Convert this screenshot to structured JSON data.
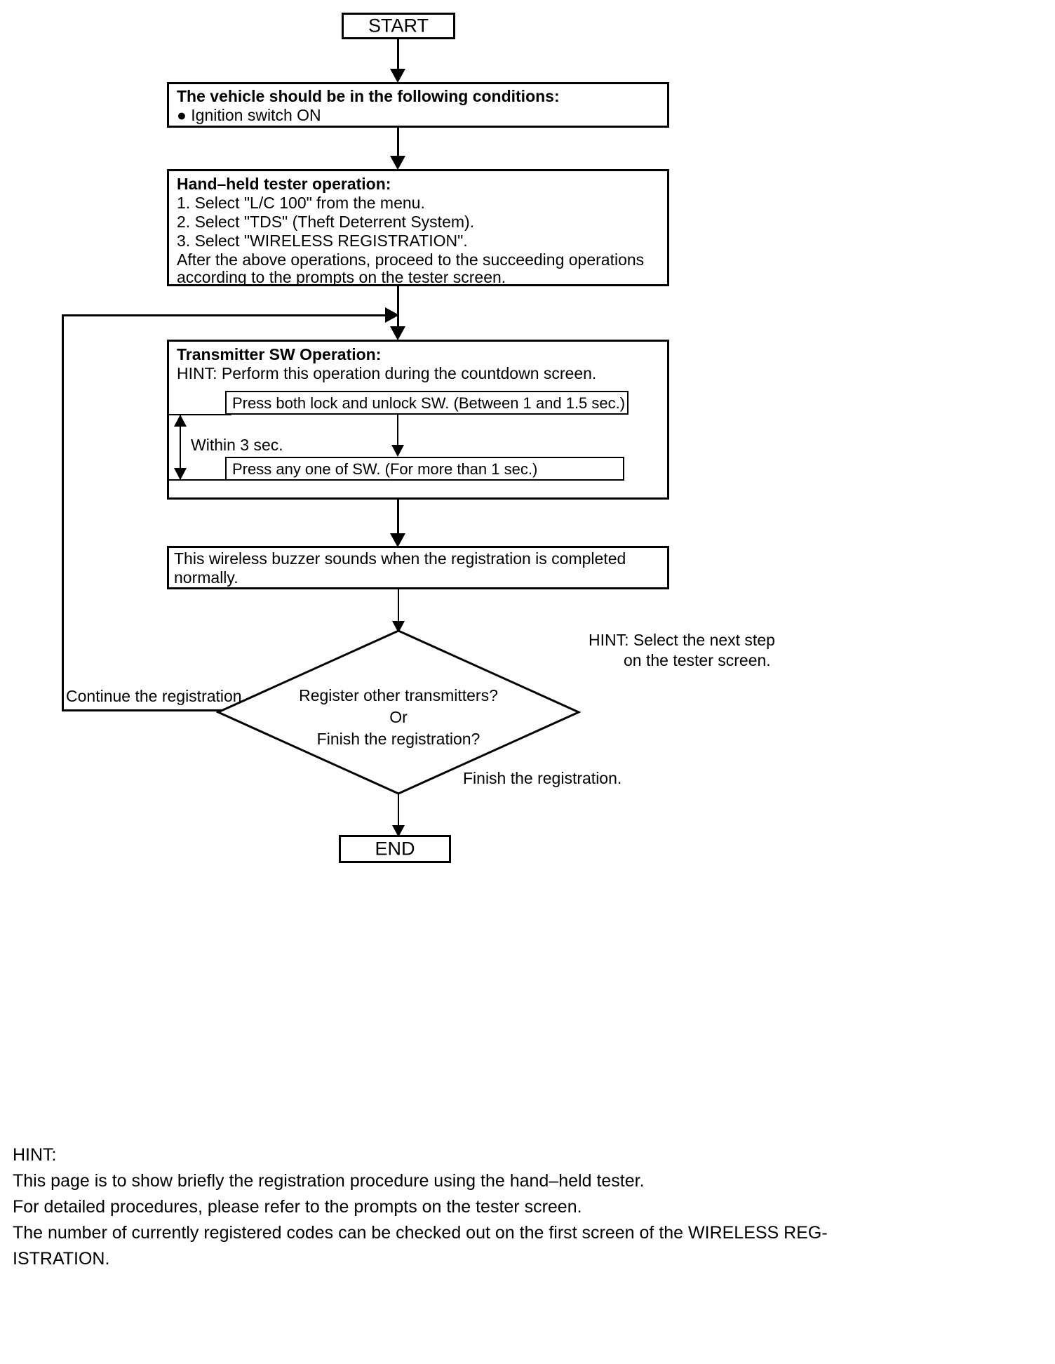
{
  "diagram": {
    "title": "Wireless Transmitter Registration Procedure Flowchart",
    "nodes": {
      "start": {
        "label": "START"
      },
      "conditions": {
        "heading": "The vehicle should be in the following conditions:",
        "bullet": "● Ignition switch ON"
      },
      "tester_operation": {
        "heading": "Hand–held tester operation:",
        "step1": "1. Select \"L/C 100\" from the menu.",
        "step2": "2. Select \"TDS\" (Theft Deterrent System).",
        "step3": "3. Select \"WIRELESS REGISTRATION\".",
        "note_line1": "After the above operations, proceed to the succeeding operations",
        "note_line2": "according to the prompts on the tester screen."
      },
      "transmitter_sw": {
        "heading": "Transmitter SW Operation:",
        "hint": "HINT: Perform this operation during the countdown screen.",
        "inner_box_1": "Press both lock and unlock SW. (Between 1 and 1.5 sec.)",
        "inner_box_2": "Press any one of SW. (For more than 1 sec.)",
        "timing_label": "Within 3 sec."
      },
      "buzzer": {
        "line1": "This wireless buzzer sounds when the registration is completed",
        "line2": "normally."
      },
      "decision": {
        "line1": "Register other transmitters?",
        "line2": "Or",
        "line3": "Finish the registration?"
      },
      "end": {
        "label": "END"
      }
    },
    "edge_labels": {
      "continue": "Continue the registration.",
      "finish": "Finish the registration."
    },
    "side_hint": {
      "line1": "HINT: Select the next step",
      "line2": "on the tester screen."
    },
    "footer_hint": {
      "label": "HINT:",
      "line1": "This page is to show briefly the registration procedure using the hand–held tester.",
      "line2": "For detailed procedures, please refer to the prompts on the tester screen.",
      "line3": "The number of currently registered codes can be checked out on the first screen of the WIRELESS REG-",
      "line4": "ISTRATION."
    },
    "colors": {
      "ink": "#000000",
      "paper": "#ffffff"
    }
  }
}
